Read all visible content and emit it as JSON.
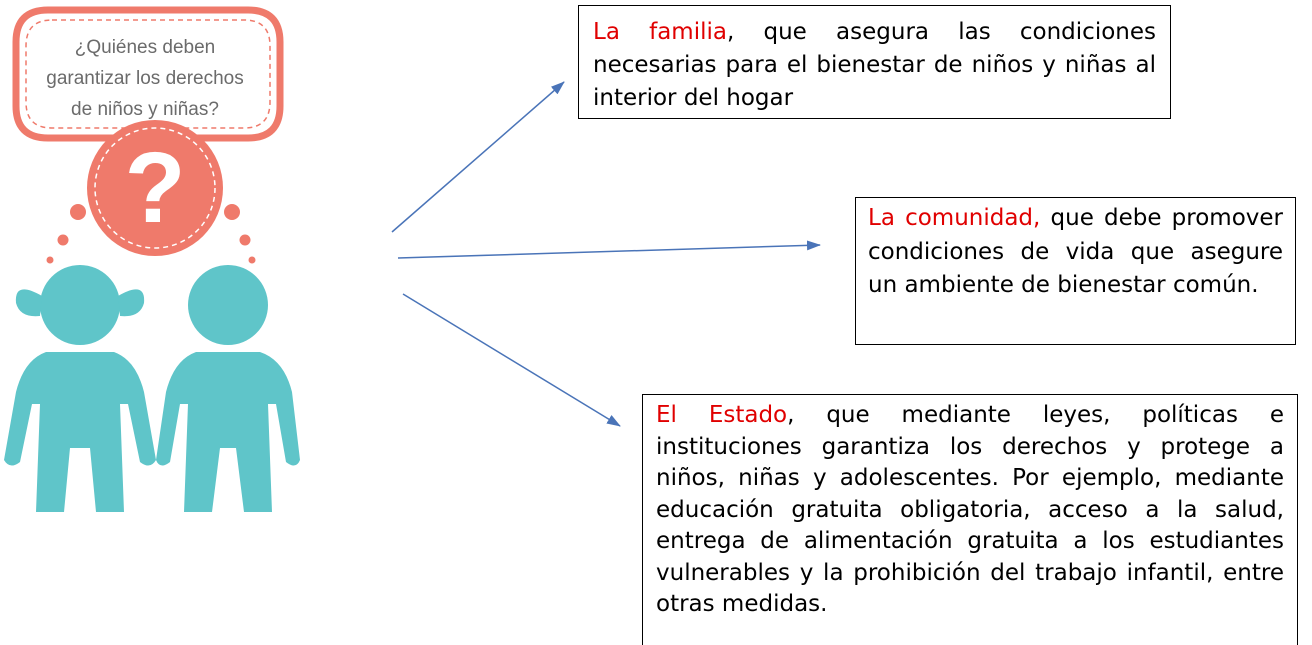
{
  "question_bubble": {
    "line1": "¿Quiénes deben",
    "line2": "garantizar los derechos",
    "line3": "de niños y niñas?"
  },
  "question_mark": "?",
  "colors": {
    "bubble_stroke": "#ef7a6b",
    "question_circle": "#ef7a6b",
    "dots": "#ef7a6b",
    "children": "#5fc5c9",
    "arrow": "#4a74b8",
    "keyword": "#e00000"
  },
  "boxes": {
    "familia": {
      "keyword": "La familia",
      "text": ", que asegura las condiciones necesarias para el bienestar de niños y niñas al interior del hogar"
    },
    "comunidad": {
      "keyword": "La comunidad,",
      "text": " que debe promover condiciones de vida que asegure un ambiente de bienestar común."
    },
    "estado": {
      "keyword": "El Estado",
      "text": ", que mediante leyes, políticas e instituciones garantiza los derechos y protege a niños, niñas y adolescentes. Por ejemplo, mediante educación gratuita obligatoria, acceso a la salud, entrega de alimentación gratuita a los estudiantes vulnerables y la prohibición del trabajo infantil, entre otras medidas."
    }
  }
}
